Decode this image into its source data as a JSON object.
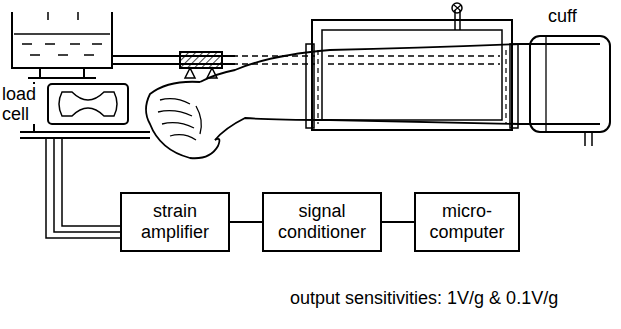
{
  "diagram": {
    "nodes": [
      {
        "text": [
          "strain amplifier"
        ]
      },
      {
        "text": [
          "signal conditioner"
        ]
      },
      {
        "text": [
          "micro-computer"
        ]
      }
    ],
    "edges": [
      {
        "from": 0,
        "to": 1,
        "arrow": "none"
      },
      {
        "from": 1,
        "to": 2,
        "arrow": "none"
      }
    ],
    "labels": [
      "load cell",
      "cuff",
      "output sensitivities: 1V/g & 0.1V/g"
    ]
  }
}
